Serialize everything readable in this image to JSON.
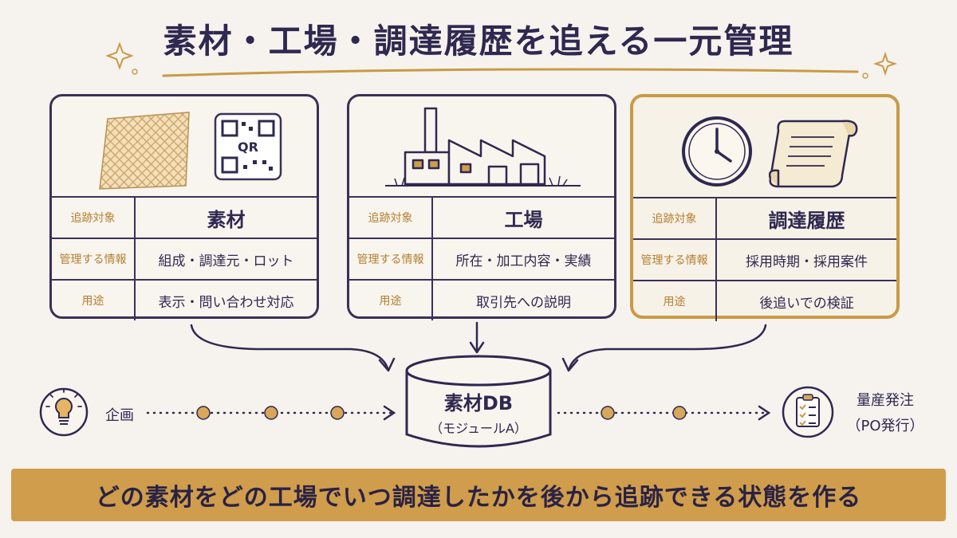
{
  "title": "素材・工場・調達履歴を追える一元管理",
  "cards": [
    {
      "head_label": "追跡対象",
      "head_value": "素材",
      "info_label": "管理する情報",
      "info_value": "組成・調達元・ロット",
      "use_label": "用途",
      "use_value": "表示・問い合わせ対応",
      "qr_text": "QR"
    },
    {
      "head_label": "追跡対象",
      "head_value": "工場",
      "info_label": "管理する情報",
      "info_value": "所在・加工内容・実績",
      "use_label": "用途",
      "use_value": "取引先への説明"
    },
    {
      "head_label": "追跡対象",
      "head_value": "調達履歴",
      "info_label": "管理する情報",
      "info_value": "採用時期・採用案件",
      "use_label": "用途",
      "use_value": "後追いでの検証"
    }
  ],
  "flow": {
    "start_label": "企画",
    "db_title": "素材DB",
    "db_subtitle": "（モジュールA）",
    "end_label_1": "量産発注",
    "end_label_2": "（PO発行）"
  },
  "banner": "どの素材をどの工場でいつ調達したかを後から追跡できる状態を作る",
  "colors": {
    "navy": "#2f2850",
    "gold": "#c99a45",
    "banner": "#cf9d4b",
    "background": "#f6f3ee"
  }
}
